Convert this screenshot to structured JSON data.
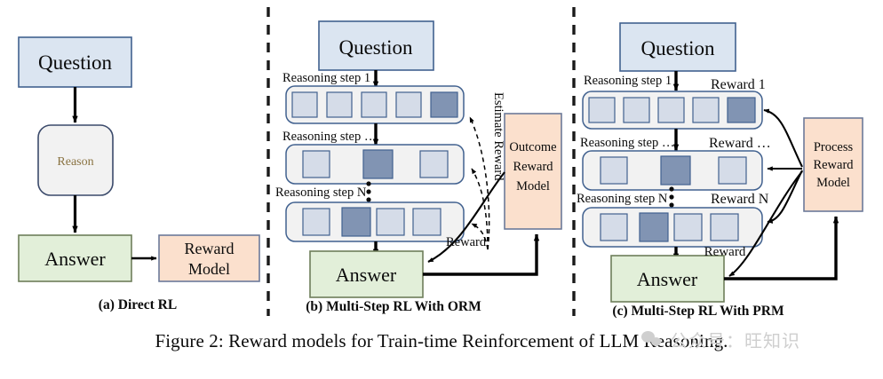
{
  "figure": {
    "caption": "Figure 2: Reward models for Train-time Reinforcement of LLM Reasoning.",
    "watermark": "公众号：旺知识",
    "watermark_icon": "wechat-bubbles-icon"
  },
  "colors": {
    "question_fill": "#dbe5f1",
    "question_stroke": "#41618f",
    "reason_fill": "#f2f2f2",
    "reason_stroke": "#3b4a6b",
    "answer_fill": "#e2efd9",
    "answer_stroke": "#6e7e5a",
    "reward_fill": "#fbe0cd",
    "reward_stroke": "#6c7a99",
    "step_row_fill": "#f2f2f2",
    "step_row_stroke": "#41618f",
    "token_light": "#d5dce8",
    "token_dark": "#8194b3",
    "token_stroke": "#41618f",
    "arrow": "#000000",
    "divider": "#1a1a1a",
    "reason_text": "#8a7342"
  },
  "panels": [
    {
      "id": "a",
      "title": "(a) Direct RL",
      "nodes": {
        "question": "Question",
        "reason": "Reason",
        "answer": "Answer",
        "reward_model": "Reward\nModel",
        "reward_model_line1": "Reward",
        "reward_model_line2": "Model"
      }
    },
    {
      "id": "b",
      "title": "(b) Multi-Step RL With ORM",
      "nodes": {
        "question": "Question",
        "answer": "Answer",
        "reward_model_line1": "Outcome",
        "reward_model_line2": "Reward",
        "reward_model_line3": "Model"
      },
      "labels": {
        "step1": "Reasoning step 1",
        "step_mid": "Reasoning step …",
        "stepN": "Reasoning step N",
        "estimate_reward": "Estimate Reward",
        "reward": "Reward"
      },
      "steps": [
        {
          "name": "step-1",
          "tokens": 5,
          "highlight_index": 4
        },
        {
          "name": "step-mid",
          "tokens": 3,
          "highlight_index": 1
        },
        {
          "name": "step-n",
          "tokens": 4,
          "highlight_index": 1
        }
      ]
    },
    {
      "id": "c",
      "title": "(c) Multi-Step RL With PRM",
      "nodes": {
        "question": "Question",
        "answer": "Answer",
        "reward_model_line1": "Process",
        "reward_model_line2": "Reward",
        "reward_model_line3": "Model"
      },
      "labels": {
        "step1": "Reasoning step 1",
        "step_mid": "Reasoning step …",
        "stepN": "Reasoning step N",
        "reward1": "Reward 1",
        "reward_mid": "Reward  …",
        "rewardN": "Reward N",
        "reward": "Reward"
      },
      "steps": [
        {
          "name": "step-1",
          "tokens": 5,
          "highlight_index": 4
        },
        {
          "name": "step-mid",
          "tokens": 3,
          "highlight_index": 1
        },
        {
          "name": "step-n",
          "tokens": 4,
          "highlight_index": 1
        }
      ]
    }
  ]
}
